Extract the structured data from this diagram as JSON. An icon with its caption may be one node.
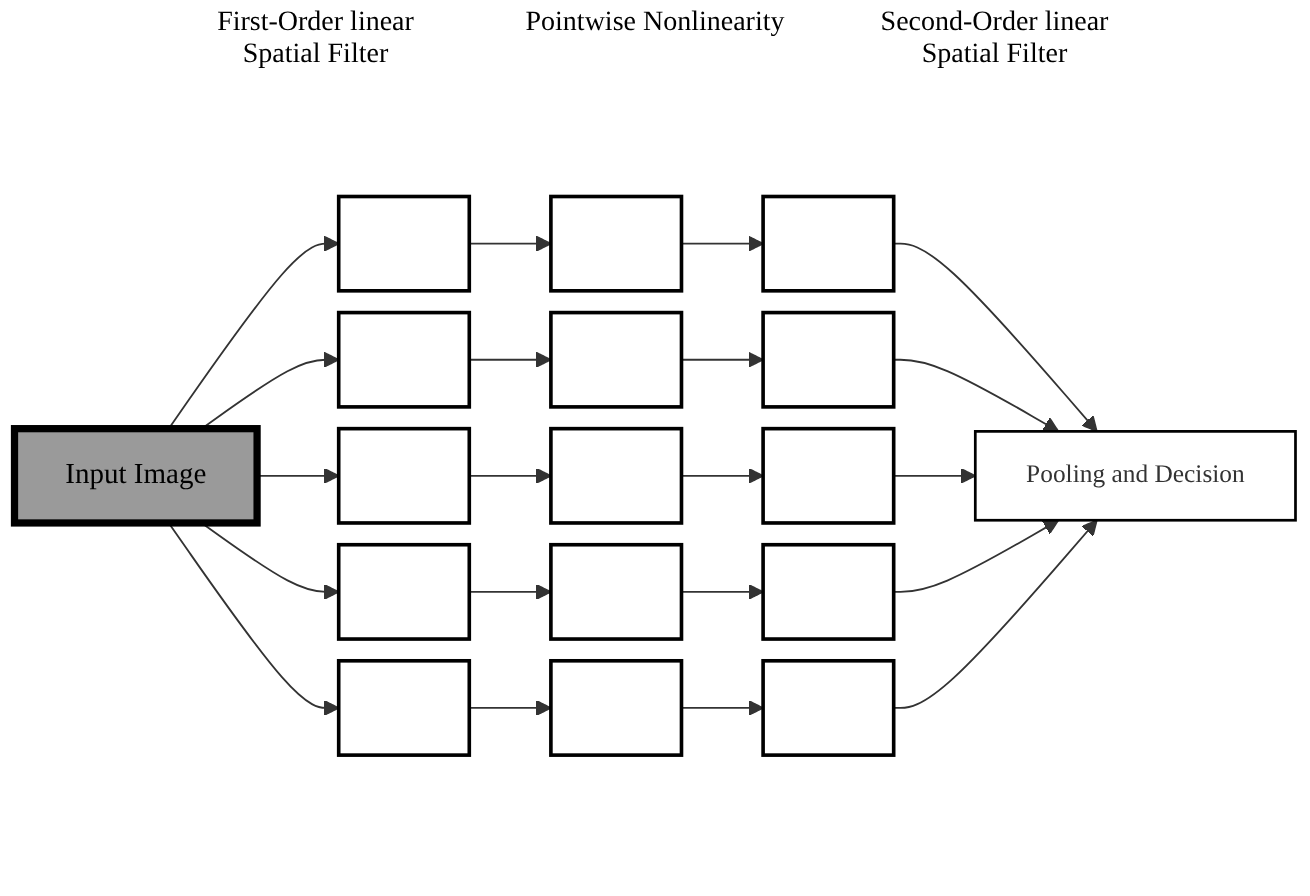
{
  "diagram": {
    "nodes": [
      {
        "text": [
          "Input Image"
        ]
      },
      {
        "text": [],
        "shape": "box"
      },
      {
        "text": [],
        "shape": "box"
      },
      {
        "text": [],
        "shape": "box"
      },
      {
        "text": [],
        "shape": "box"
      },
      {
        "text": [],
        "shape": "box"
      },
      {
        "text": [],
        "shape": "box"
      },
      {
        "text": [],
        "shape": "box"
      },
      {
        "text": [],
        "shape": "box"
      },
      {
        "text": [],
        "shape": "box"
      },
      {
        "text": [],
        "shape": "box"
      },
      {
        "text": [],
        "shape": "box"
      },
      {
        "text": [],
        "shape": "box"
      },
      {
        "text": [],
        "shape": "box"
      },
      {
        "text": [],
        "shape": "box"
      },
      {
        "text": [],
        "shape": "box"
      },
      {
        "text": [
          "Pooling and Decision"
        ]
      }
    ],
    "edges": [
      {
        "from": 0,
        "to": 1,
        "arrow": "to"
      },
      {
        "from": 0,
        "to": 2,
        "arrow": "to"
      },
      {
        "from": 0,
        "to": 3,
        "arrow": "to"
      },
      {
        "from": 0,
        "to": 4,
        "arrow": "to"
      },
      {
        "from": 0,
        "to": 5,
        "arrow": "to"
      },
      {
        "from": 1,
        "to": 6,
        "arrow": "to"
      },
      {
        "from": 2,
        "to": 7,
        "arrow": "to"
      },
      {
        "from": 3,
        "to": 8,
        "arrow": "to"
      },
      {
        "from": 4,
        "to": 9,
        "arrow": "to"
      },
      {
        "from": 5,
        "to": 10,
        "arrow": "to"
      },
      {
        "from": 6,
        "to": 11,
        "arrow": "to"
      },
      {
        "from": 7,
        "to": 12,
        "arrow": "to"
      },
      {
        "from": 8,
        "to": 13,
        "arrow": "to"
      },
      {
        "from": 9,
        "to": 14,
        "arrow": "to"
      },
      {
        "from": 10,
        "to": 15,
        "arrow": "to"
      },
      {
        "from": 11,
        "to": 16,
        "arrow": "to"
      },
      {
        "from": 12,
        "to": 16,
        "arrow": "to"
      },
      {
        "from": 13,
        "to": 16,
        "arrow": "to"
      },
      {
        "from": 14,
        "to": 16,
        "arrow": "to"
      },
      {
        "from": 15,
        "to": 16,
        "arrow": "to"
      }
    ],
    "labels": [
      "First-Order linear Spatial Filter",
      "Pointwise Nonlinearity",
      "Second-Order linear Spatial Filter"
    ]
  }
}
